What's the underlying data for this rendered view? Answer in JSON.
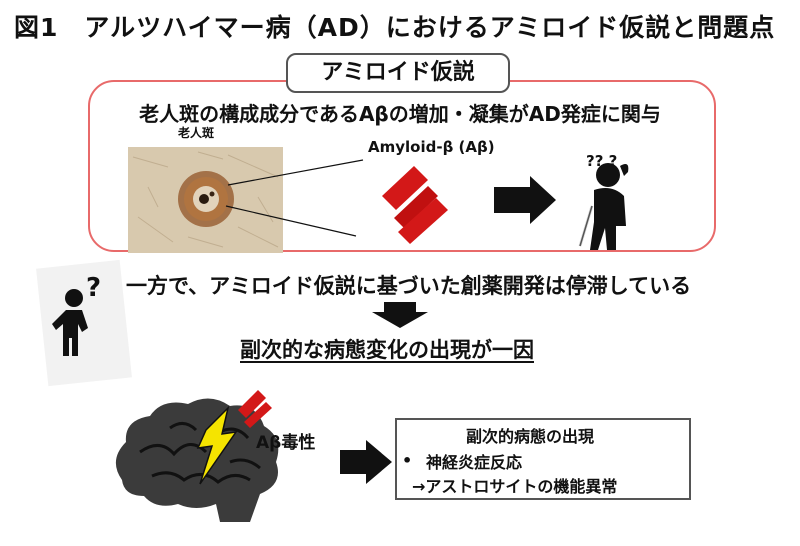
{
  "title": "図1　アルツハイマー病（AD）におけるアミロイド仮説と問題点",
  "hypothesis": {
    "label": "アミロイド仮説",
    "description": "老人斑の構成成分であるAβの増加・凝集がAD発症に関与",
    "plaque_label": "老人斑",
    "amyloid_label": "Amyloid-β (Aβ)",
    "dementia_marks": "?? ?"
  },
  "question": {
    "mark": "?",
    "text": "一方で、アミロイド仮説に基づいた創薬開発は停滞している"
  },
  "cause_text": "副次的な病態変化の出現が一因",
  "toxicity_label": "Aβ毒性",
  "result_box": {
    "title": "副次的病態の出現",
    "bullet": "•",
    "item1": "神経炎症反応",
    "item2": "→アストロサイトの機能異常"
  },
  "colors": {
    "amyloid_red": "#d31818",
    "frame_red": "#e86a6a",
    "lightning_yellow": "#f5e400",
    "dark": "#111111"
  }
}
